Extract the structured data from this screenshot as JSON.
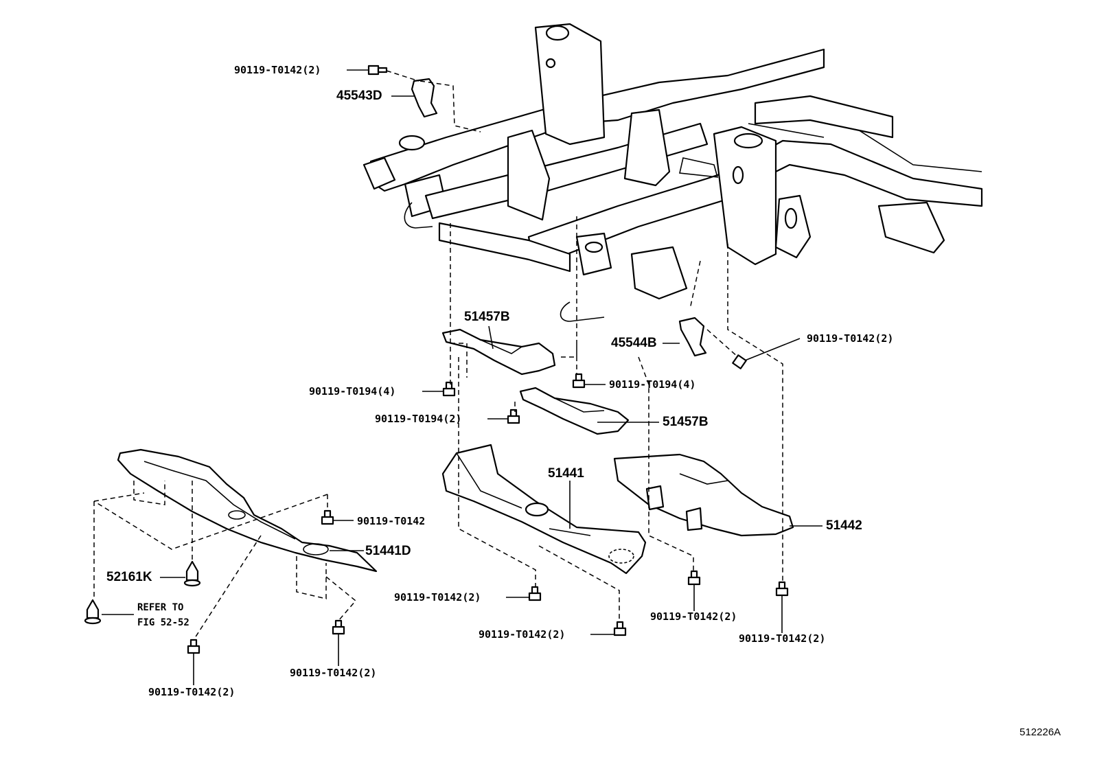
{
  "diagram": {
    "figure_id": "512226A",
    "parts": {
      "p45543d": "45543D",
      "p45544b": "45544B",
      "p51457b_upper": "51457B",
      "p51457b_lower": "51457B",
      "p51441": "51441",
      "p51442": "51442",
      "p51441d": "51441D",
      "p52161k": "52161K"
    },
    "fasteners": {
      "f_top": "90119-T0142(2)",
      "f_right_mid": "90119-T0142(2)",
      "f_t0194_4_left": "90119-T0194(4)",
      "f_t0194_4_right": "90119-T0194(4)",
      "f_t0194_2": "90119-T0194(2)",
      "f_t0142_single": "90119-T0142",
      "f_51441_a": "90119-T0142(2)",
      "f_51441_b": "90119-T0142(2)",
      "f_51442_a": "90119-T0142(2)",
      "f_51442_b": "90119-T0142(2)",
      "f_left_bottom": "90119-T0142(2)",
      "f_left_mid": "90119-T0142(2)"
    },
    "note": {
      "line1": "REFER TO",
      "line2": "FIG 52-52"
    }
  }
}
